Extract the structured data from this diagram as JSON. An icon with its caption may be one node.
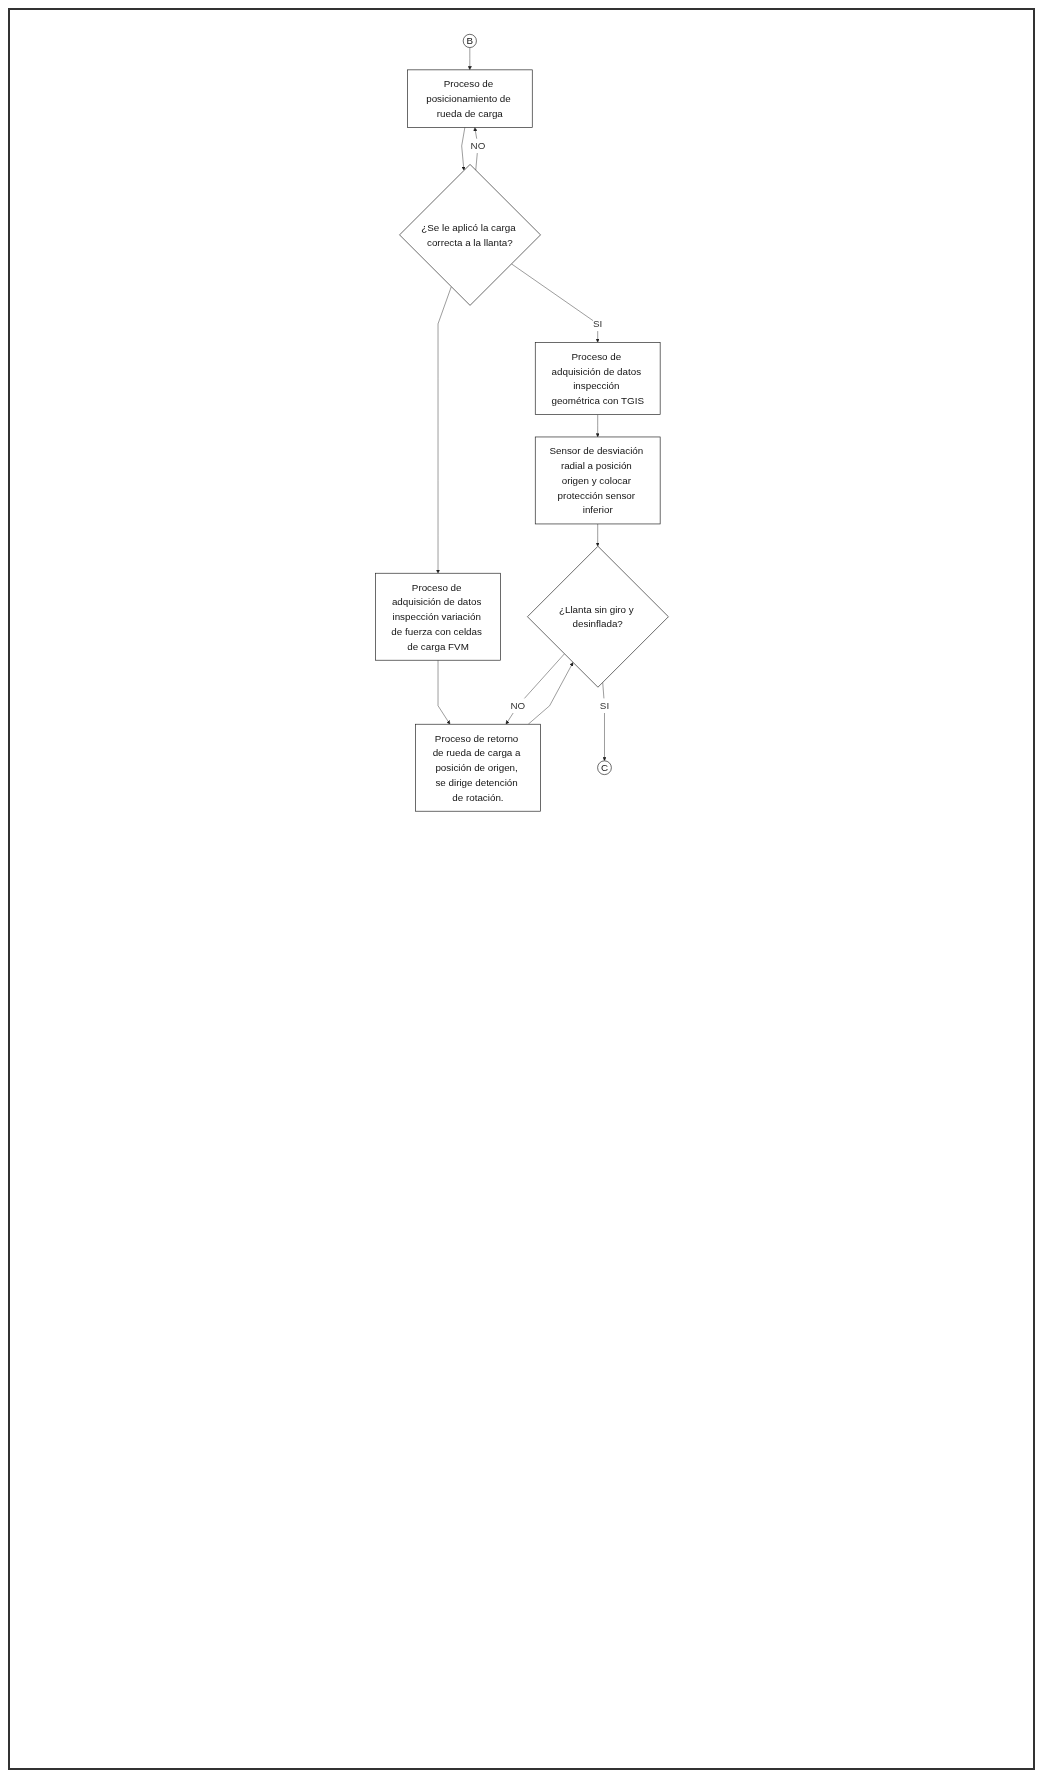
{
  "diagram": {
    "nodes": [
      {
        "text": [
          "B"
        ]
      },
      {
        "text": [
          "Proceso de posicionamiento de rueda de carga"
        ]
      },
      {
        "text": [
          "¿Se le aplicó la carga correcta a la llanta?"
        ]
      },
      {
        "text": [
          "Proceso de adquisición de datos inspección geométrica con TGIS"
        ]
      },
      {
        "text": [
          "Proceso de adquisición de datos inspección variación de fuerza con celdas de carga FVM"
        ]
      },
      {
        "text": [
          "Sensor de desviación radial a posición origen y colocar protección sensor inferior"
        ]
      },
      {
        "text": [
          "Proceso de retorno de rueda de carga a posición de origen, se dirige detención de rotación."
        ]
      },
      {
        "text": [
          "¿Llanta sin giro y desinflada?"
        ]
      },
      {
        "text": [
          "C"
        ]
      }
    ],
    "edges": [
      {
        "from": 0,
        "to": 1,
        "arrow": "to"
      },
      {
        "from": 1,
        "to": 2,
        "arrow": "to"
      },
      {
        "from": 2,
        "to": 1,
        "arrow": "to",
        "label": "NO"
      },
      {
        "from": 2,
        "to": 3,
        "arrow": "to",
        "label": "SI"
      },
      {
        "from": 2,
        "to": 4,
        "arrow": "to"
      },
      {
        "from": 3,
        "to": 5,
        "arrow": "to"
      },
      {
        "from": 4,
        "to": 6,
        "arrow": "to"
      },
      {
        "from": 5,
        "to": 7,
        "arrow": "to"
      },
      {
        "from": 6,
        "to": 7,
        "arrow": "to"
      },
      {
        "from": 7,
        "to": 6,
        "arrow": "to",
        "label": "NO"
      },
      {
        "from": 7,
        "to": 8,
        "arrow": "to",
        "label": "SI"
      }
    ]
  }
}
